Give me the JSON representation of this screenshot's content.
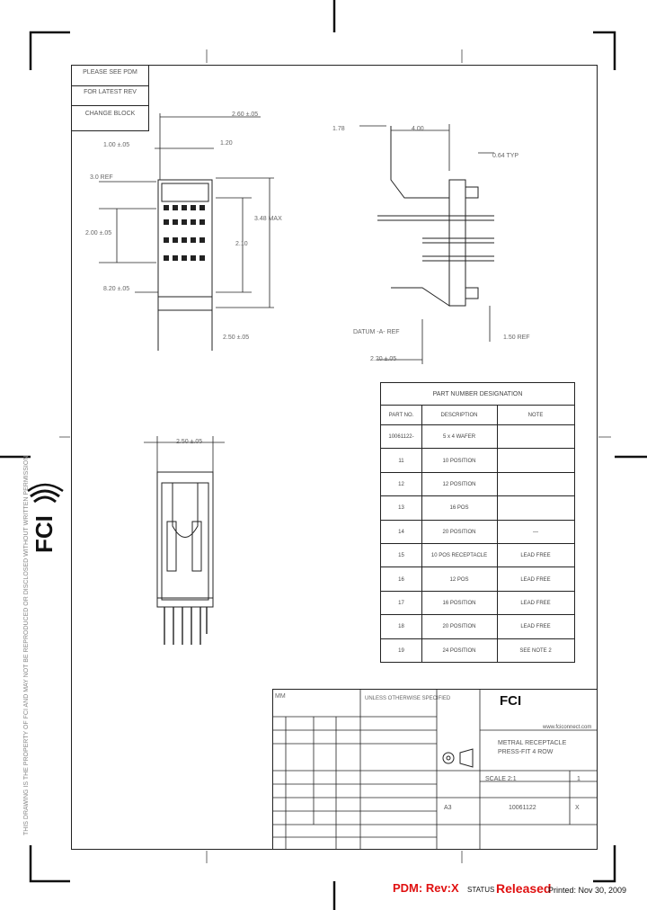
{
  "header_stamp": {
    "lines": [
      "PLEASE SEE PDM",
      "FOR LATEST REV",
      "CHANGE BLOCK"
    ]
  },
  "dimensions": {
    "top_front_width": "2.60 ±.05",
    "pitch_a": "1.00 ±.05",
    "pitch_b": "1.20",
    "left_a": "3.0 REF",
    "height_left": "2.00 ±.05",
    "height_right": "3.48 MAX",
    "right_a": "2.10",
    "bottom_left": "8.20 ±.05",
    "bottom_front": "2.50 ±.05",
    "side_top": "4.00",
    "side_left": "1.78",
    "side_right": "0.64 TYP",
    "side_datum": "DATUM -A- REF",
    "side_bottom": "2.20 ±.05",
    "side_bottom_right": "1.50 REF",
    "lower_top": "2.50 ±.05"
  },
  "part_table": {
    "title": "PART NUMBER DESIGNATION",
    "headers": [
      "PART NO.",
      "DESCRIPTION",
      "NOTE"
    ],
    "rows": [
      [
        "10061122-",
        "5 x 4 WAFER",
        ""
      ],
      [
        "11",
        "10 POSITION",
        ""
      ],
      [
        "12",
        "12 POSITION",
        ""
      ],
      [
        "13",
        "16 POS",
        ""
      ],
      [
        "14",
        "20 POSITION",
        "—"
      ],
      [
        "15",
        "10 POS RECEPTACLE",
        "LEAD FREE"
      ],
      [
        "16",
        "12 POS",
        "LEAD FREE"
      ],
      [
        "17",
        "16 POSITION",
        "LEAD FREE"
      ],
      [
        "18",
        "20 POSITION",
        "LEAD FREE"
      ],
      [
        "19",
        "24 POSITION",
        "SEE NOTE 2"
      ]
    ]
  },
  "logo": {
    "brand": "FCI"
  },
  "side_notes": {
    "vertical_text": "THIS DRAWING IS THE PROPERTY OF FCI AND MAY NOT BE REPRODUCED OR DISCLOSED WITHOUT WRITTEN PERMISSION"
  },
  "title_block": {
    "units": "MM",
    "tolerances": "UNLESS OTHERWISE SPECIFIED",
    "website": "www.fciconnect.com",
    "title_line1": "METRAL RECEPTACLE",
    "title_line2": "PRESS-FIT 4 ROW",
    "drawing_no": "10061122",
    "sheet": "1",
    "scale": "SCALE 2:1",
    "revision": "X",
    "size": "A3"
  },
  "footer": {
    "pdm_label": "PDM: Rev:X",
    "status_label": "STATUS",
    "status_value": "Released",
    "printed": "Printed: Nov 30, 2009"
  },
  "colors": {
    "pdm": "#e01010",
    "status": "#e01010",
    "line": "#222222"
  }
}
